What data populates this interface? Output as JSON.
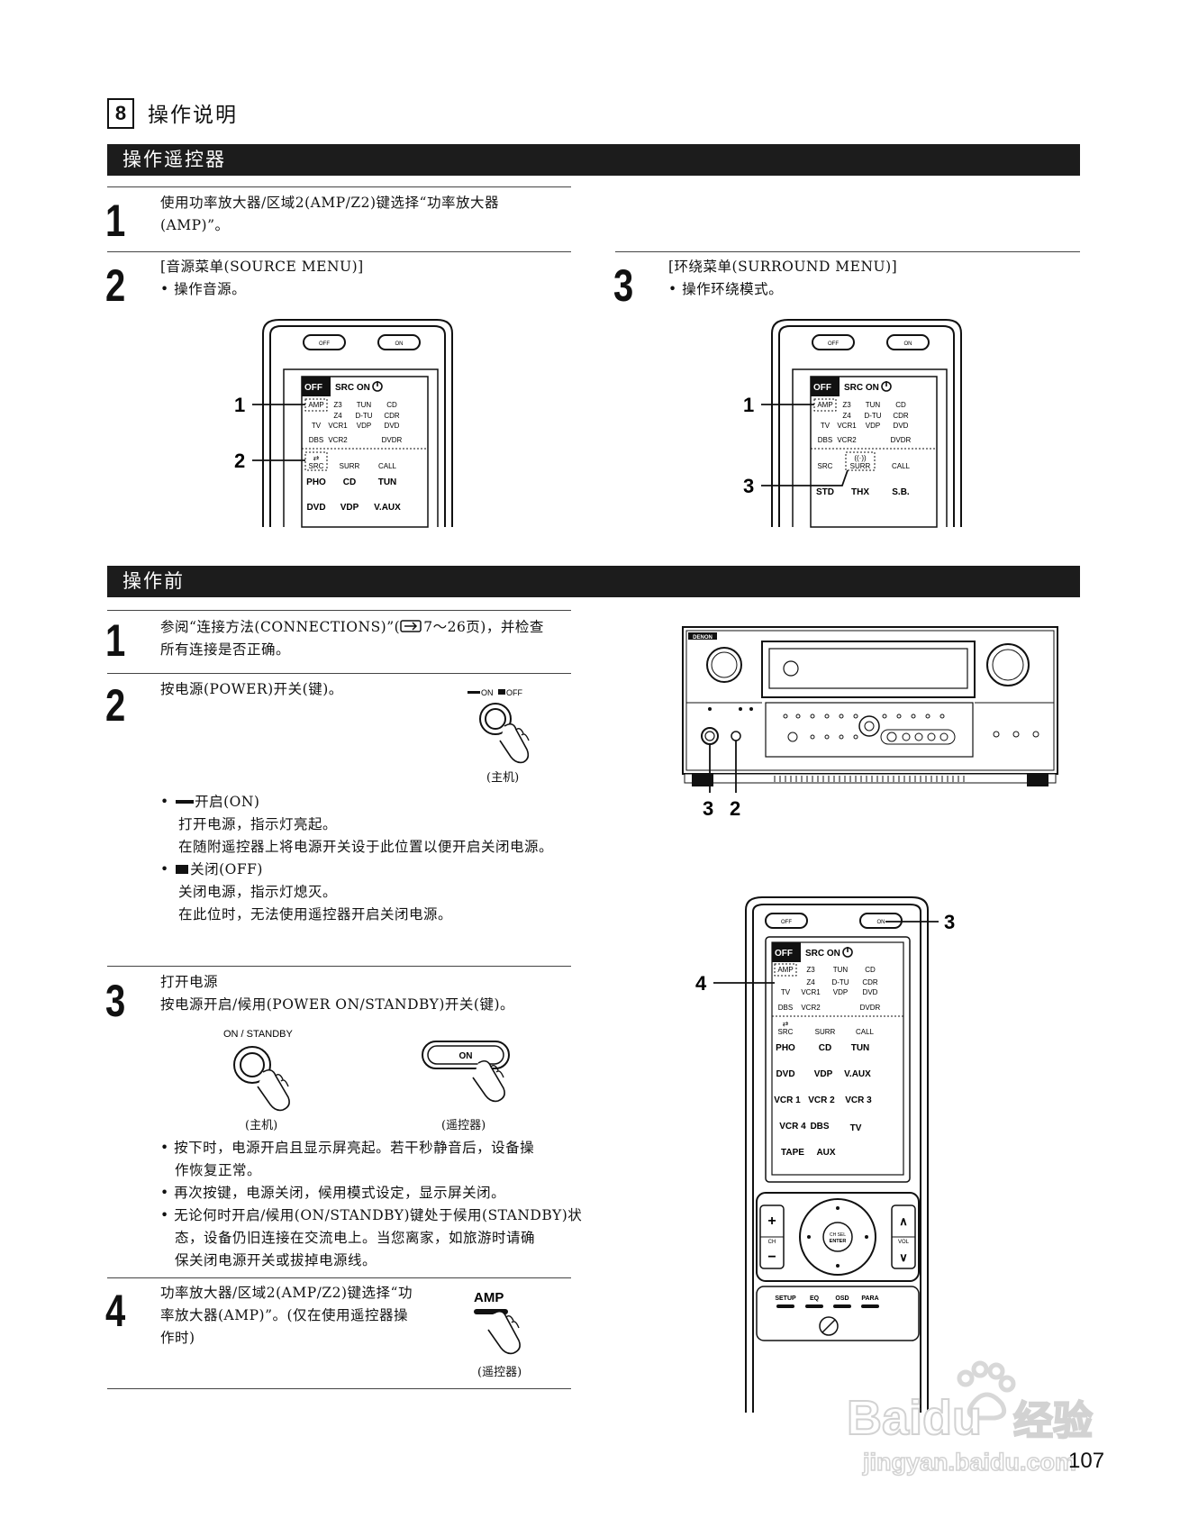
{
  "header": {
    "chapter_number": "8",
    "chapter_title": "操作说明"
  },
  "section1": {
    "title": "操作遥控器",
    "step1": {
      "num": "1",
      "line1": "使用功率放大器/区域2(AMP/Z2)键选择“功率放大器",
      "line2": "(AMP)”。"
    },
    "step2": {
      "num": "2",
      "title": "[音源菜单(SOURCE MENU)]",
      "bullet": "• 操作音源。"
    },
    "step3": {
      "num": "3",
      "title": "[环绕菜单(SURROUND MENU)]",
      "bullet": "• 操作环绕模式。"
    },
    "fig_left": {
      "callout1": "1",
      "callout2": "2"
    },
    "fig_right": {
      "callout1": "1",
      "callout3": "3"
    }
  },
  "remote_labels": {
    "off": "OFF",
    "on": "ON",
    "tab_off": "OFF",
    "tab_src_on": "SRC ON",
    "amp": "AMP",
    "z3": "Z3",
    "tun": "TUN",
    "cd": "CD",
    "tv": "TV",
    "z4": "Z4",
    "vcr1": "VCR1",
    "dtu": "D-TU",
    "vdp": "VDP",
    "cdr": "CDR",
    "dvd": "DVD",
    "dbs": "DBS",
    "vcr2": "VCR2",
    "dvdr": "DVDR",
    "src": "SRC",
    "surr": "SURR",
    "call": "CALL",
    "pho": "PHO",
    "cd2": "CD",
    "tun2": "TUN",
    "dvd2": "DVD",
    "vdp2": "VDP",
    "vaux": "V.AUX",
    "std": "STD",
    "thx": "THX",
    "sb": "S.B.",
    "vcr1b": "VCR 1",
    "vcr2b": "VCR 2",
    "vcr3": "VCR 3",
    "vcr4": "VCR 4",
    "dbs2": "DBS",
    "tv2": "TV",
    "tape": "TAPE",
    "aux": "AUX",
    "ch": "CH",
    "vol": "VOL",
    "enter_line1": "CH SEL",
    "enter_line2": "ENTER",
    "setup": "SETUP",
    "eq": "EQ",
    "osd": "OSD",
    "para": "PARA"
  },
  "section2": {
    "title": "操作前",
    "step1": {
      "num": "1",
      "line1": "参阅“连接方法(CONNECTIONS)”(",
      "page_ref": "7～26页)，并检查",
      "line2": "所有连接是否正确。"
    },
    "step2": {
      "num": "2",
      "text": "按电源(POWER)开关(键)。",
      "switch_on": "ON",
      "switch_off": "OFF",
      "caption": "(主机)",
      "bullet_on_title": "开启(ON)",
      "bullet_on_1": "打开电源，指示灯亮起。",
      "bullet_on_2": "在随附遥控器上将电源开关设于此位置以便开启关闭电源。",
      "bullet_off_title": "关闭(OFF)",
      "bullet_off_1": "关闭电源，指示灯熄灭。",
      "bullet_off_2": "在此位时，无法使用遥控器开启关闭电源。"
    },
    "step3": {
      "num": "3",
      "line1": "打开电源",
      "line2": "按电源开启/候用(POWER ON/STANDBY)开关(键)。",
      "standby_label": "ON / STANDBY",
      "remote_on": "ON",
      "caption_main": "(主机)",
      "caption_remote": "(遥控器)",
      "b1_l1": "• 按下时，电源开启且显示屏亮起。若干秒静音后，设备操",
      "b1_l2": "作恢复正常。",
      "b2": "• 再次按键，电源关闭，候用模式设定，显示屏关闭。",
      "b3_l1": "• 无论何时开启/候用(ON/STANDBY)键处于候用(STANDBY)状",
      "b3_l2": "态，设备仍旧连接在交流电上。当您离家，如旅游时请确",
      "b3_l3": "保关闭电源开关或拔掉电源线。"
    },
    "step4": {
      "num": "4",
      "line1": "功率放大器/区域2(AMP/Z2)键选择“功",
      "line2": "率放大器(AMP)”。(仅在使用遥控器操",
      "line3": "作时)",
      "amp_label": "AMP",
      "caption": "(遥控器)"
    },
    "receiver": {
      "brand": "DENON",
      "callout3": "3",
      "callout2": "2"
    },
    "remote_big": {
      "callout3": "3",
      "callout4": "4"
    }
  },
  "watermark": {
    "line1": "Baidu",
    "line2": "经验",
    "line3": "jingyan.baidu.com"
  },
  "page_number": "107"
}
